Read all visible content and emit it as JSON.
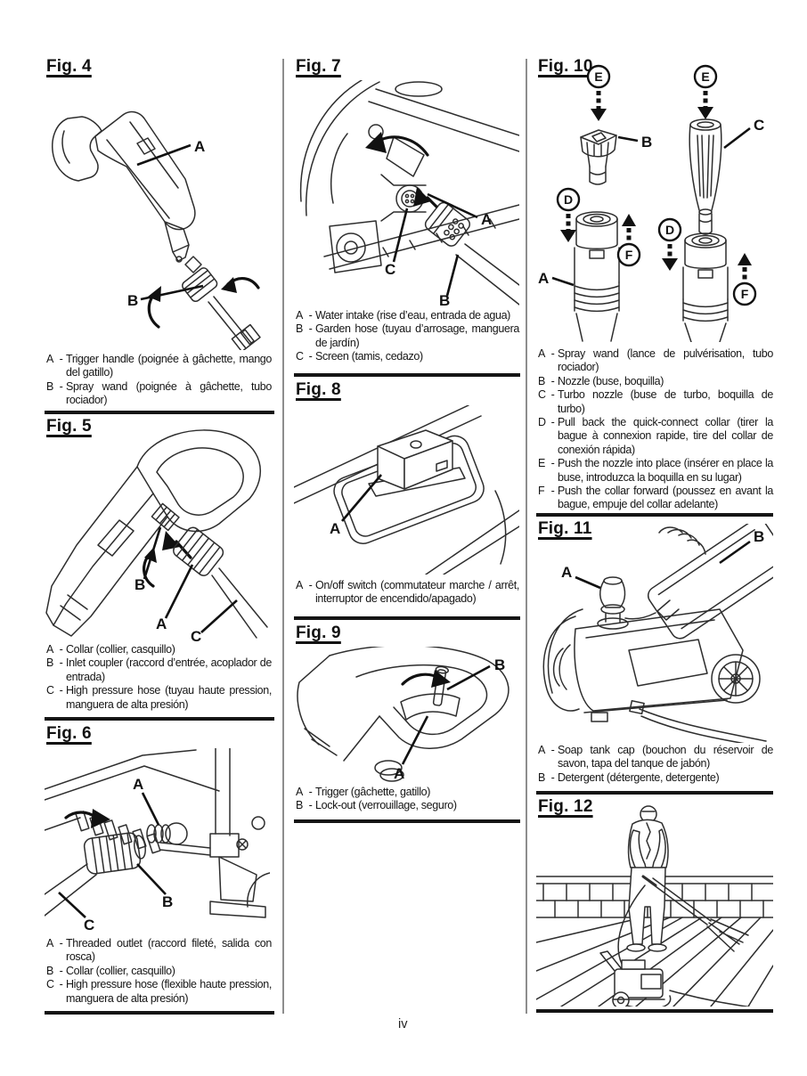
{
  "ui": {
    "dash": "-"
  },
  "page_number": "iv",
  "figures": {
    "fig4": {
      "title": "Fig. 4",
      "labels": [
        "A",
        "B"
      ],
      "captions": [
        {
          "letter": "A",
          "text": "Trigger handle (poignée à gâchette, mango del gatillo)"
        },
        {
          "letter": "B",
          "text": "Spray wand (poignée à gâchette, tubo rociador)"
        }
      ]
    },
    "fig5": {
      "title": "Fig. 5",
      "labels": [
        "A",
        "B",
        "C"
      ],
      "captions": [
        {
          "letter": "A",
          "text": "Collar (collier, casquillo)"
        },
        {
          "letter": "B",
          "text": "Inlet coupler (raccord d’entrée, acoplador de entrada)"
        },
        {
          "letter": "C",
          "text": "High pressure hose (tuyau haute pression, manguera de alta presión)"
        }
      ]
    },
    "fig6": {
      "title": "Fig. 6",
      "labels": [
        "A",
        "B",
        "C"
      ],
      "captions": [
        {
          "letter": "A",
          "text": "Threaded outlet (raccord fileté, salida con rosca)"
        },
        {
          "letter": "B",
          "text": "Collar (collier, casquillo)"
        },
        {
          "letter": "C",
          "text": "High pressure hose (flexible haute pression, manguera de alta presión)"
        }
      ]
    },
    "fig7": {
      "title": "Fig. 7",
      "labels": [
        "A",
        "B",
        "C"
      ],
      "captions": [
        {
          "letter": "A",
          "text": "Water intake (rise d’eau, entrada de agua)"
        },
        {
          "letter": "B",
          "text": "Garden hose (tuyau d’arrosage, manguera de jardín)"
        },
        {
          "letter": "C",
          "text": "Screen (tamis, cedazo)"
        }
      ]
    },
    "fig8": {
      "title": "Fig. 8",
      "labels": [
        "A"
      ],
      "captions": [
        {
          "letter": "A",
          "text": "On/off switch (commutateur marche / arrêt, interruptor de encendido/apagado)"
        }
      ]
    },
    "fig9": {
      "title": "Fig. 9",
      "labels": [
        "A",
        "B"
      ],
      "captions": [
        {
          "letter": "A",
          "text": "Trigger (gâchette, gatillo)"
        },
        {
          "letter": "B",
          "text": "Lock-out (verrouillage, seguro)"
        }
      ]
    },
    "fig10": {
      "title": "Fig. 10",
      "labels": {
        "left": [
          "A",
          "B",
          "D",
          "E",
          "F"
        ],
        "right": [
          "C",
          "D",
          "E",
          "F"
        ]
      },
      "captions": [
        {
          "letter": "A",
          "text": "Spray wand (lance de pulvérisation, tubo rociador)"
        },
        {
          "letter": "B",
          "text": "Nozzle (buse, boquilla)"
        },
        {
          "letter": "C",
          "text": "Turbo nozzle (buse de turbo, boquilla de turbo)"
        },
        {
          "letter": "D",
          "text": "Pull back the quick-connect collar (tirer la bague à connexion rapide, tire del collar de conexión rápida)"
        },
        {
          "letter": "E",
          "text": "Push the nozzle into place (insérer en place la buse, introduzca la boquilla en su lugar)"
        },
        {
          "letter": "F",
          "text": "Push the collar forward (poussez en avant la bague, empuje del collar adelante)"
        }
      ]
    },
    "fig11": {
      "title": "Fig. 11",
      "labels": [
        "A",
        "B"
      ],
      "captions": [
        {
          "letter": "A",
          "text": "Soap tank cap (bouchon du réservoir de savon, tapa del tanque de jabón)"
        },
        {
          "letter": "B",
          "text": "Detergent (détergente, detergente)"
        }
      ]
    },
    "fig12": {
      "title": "Fig. 12",
      "labels": [],
      "captions": []
    }
  }
}
